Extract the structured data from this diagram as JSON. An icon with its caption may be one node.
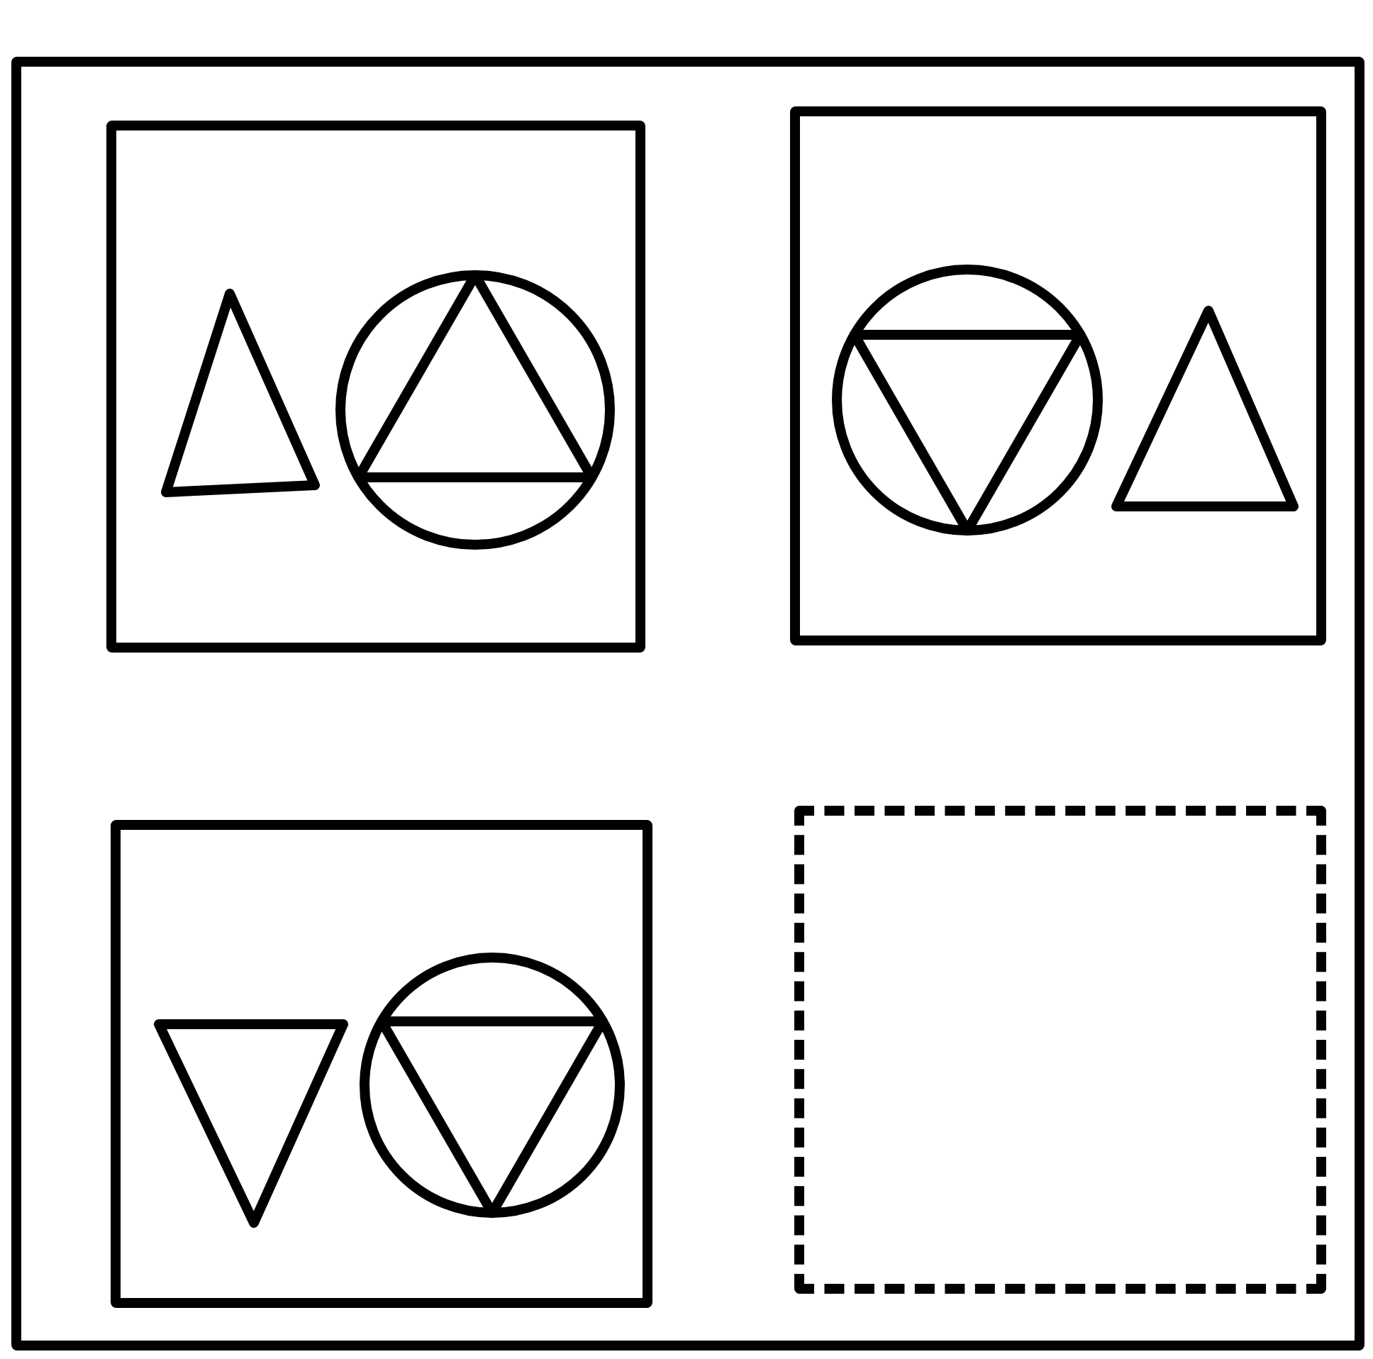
{
  "diagram": {
    "nodes": [
      {
        "text": [],
        "shape": "box"
      },
      {
        "text": [],
        "shape": "picture",
        "in": 0
      },
      {
        "text": [],
        "shape": "picture",
        "in": 0
      },
      {
        "text": [],
        "shape": "picture",
        "in": 0
      },
      {
        "text": [],
        "shape": "box",
        "in": 0
      }
    ]
  }
}
